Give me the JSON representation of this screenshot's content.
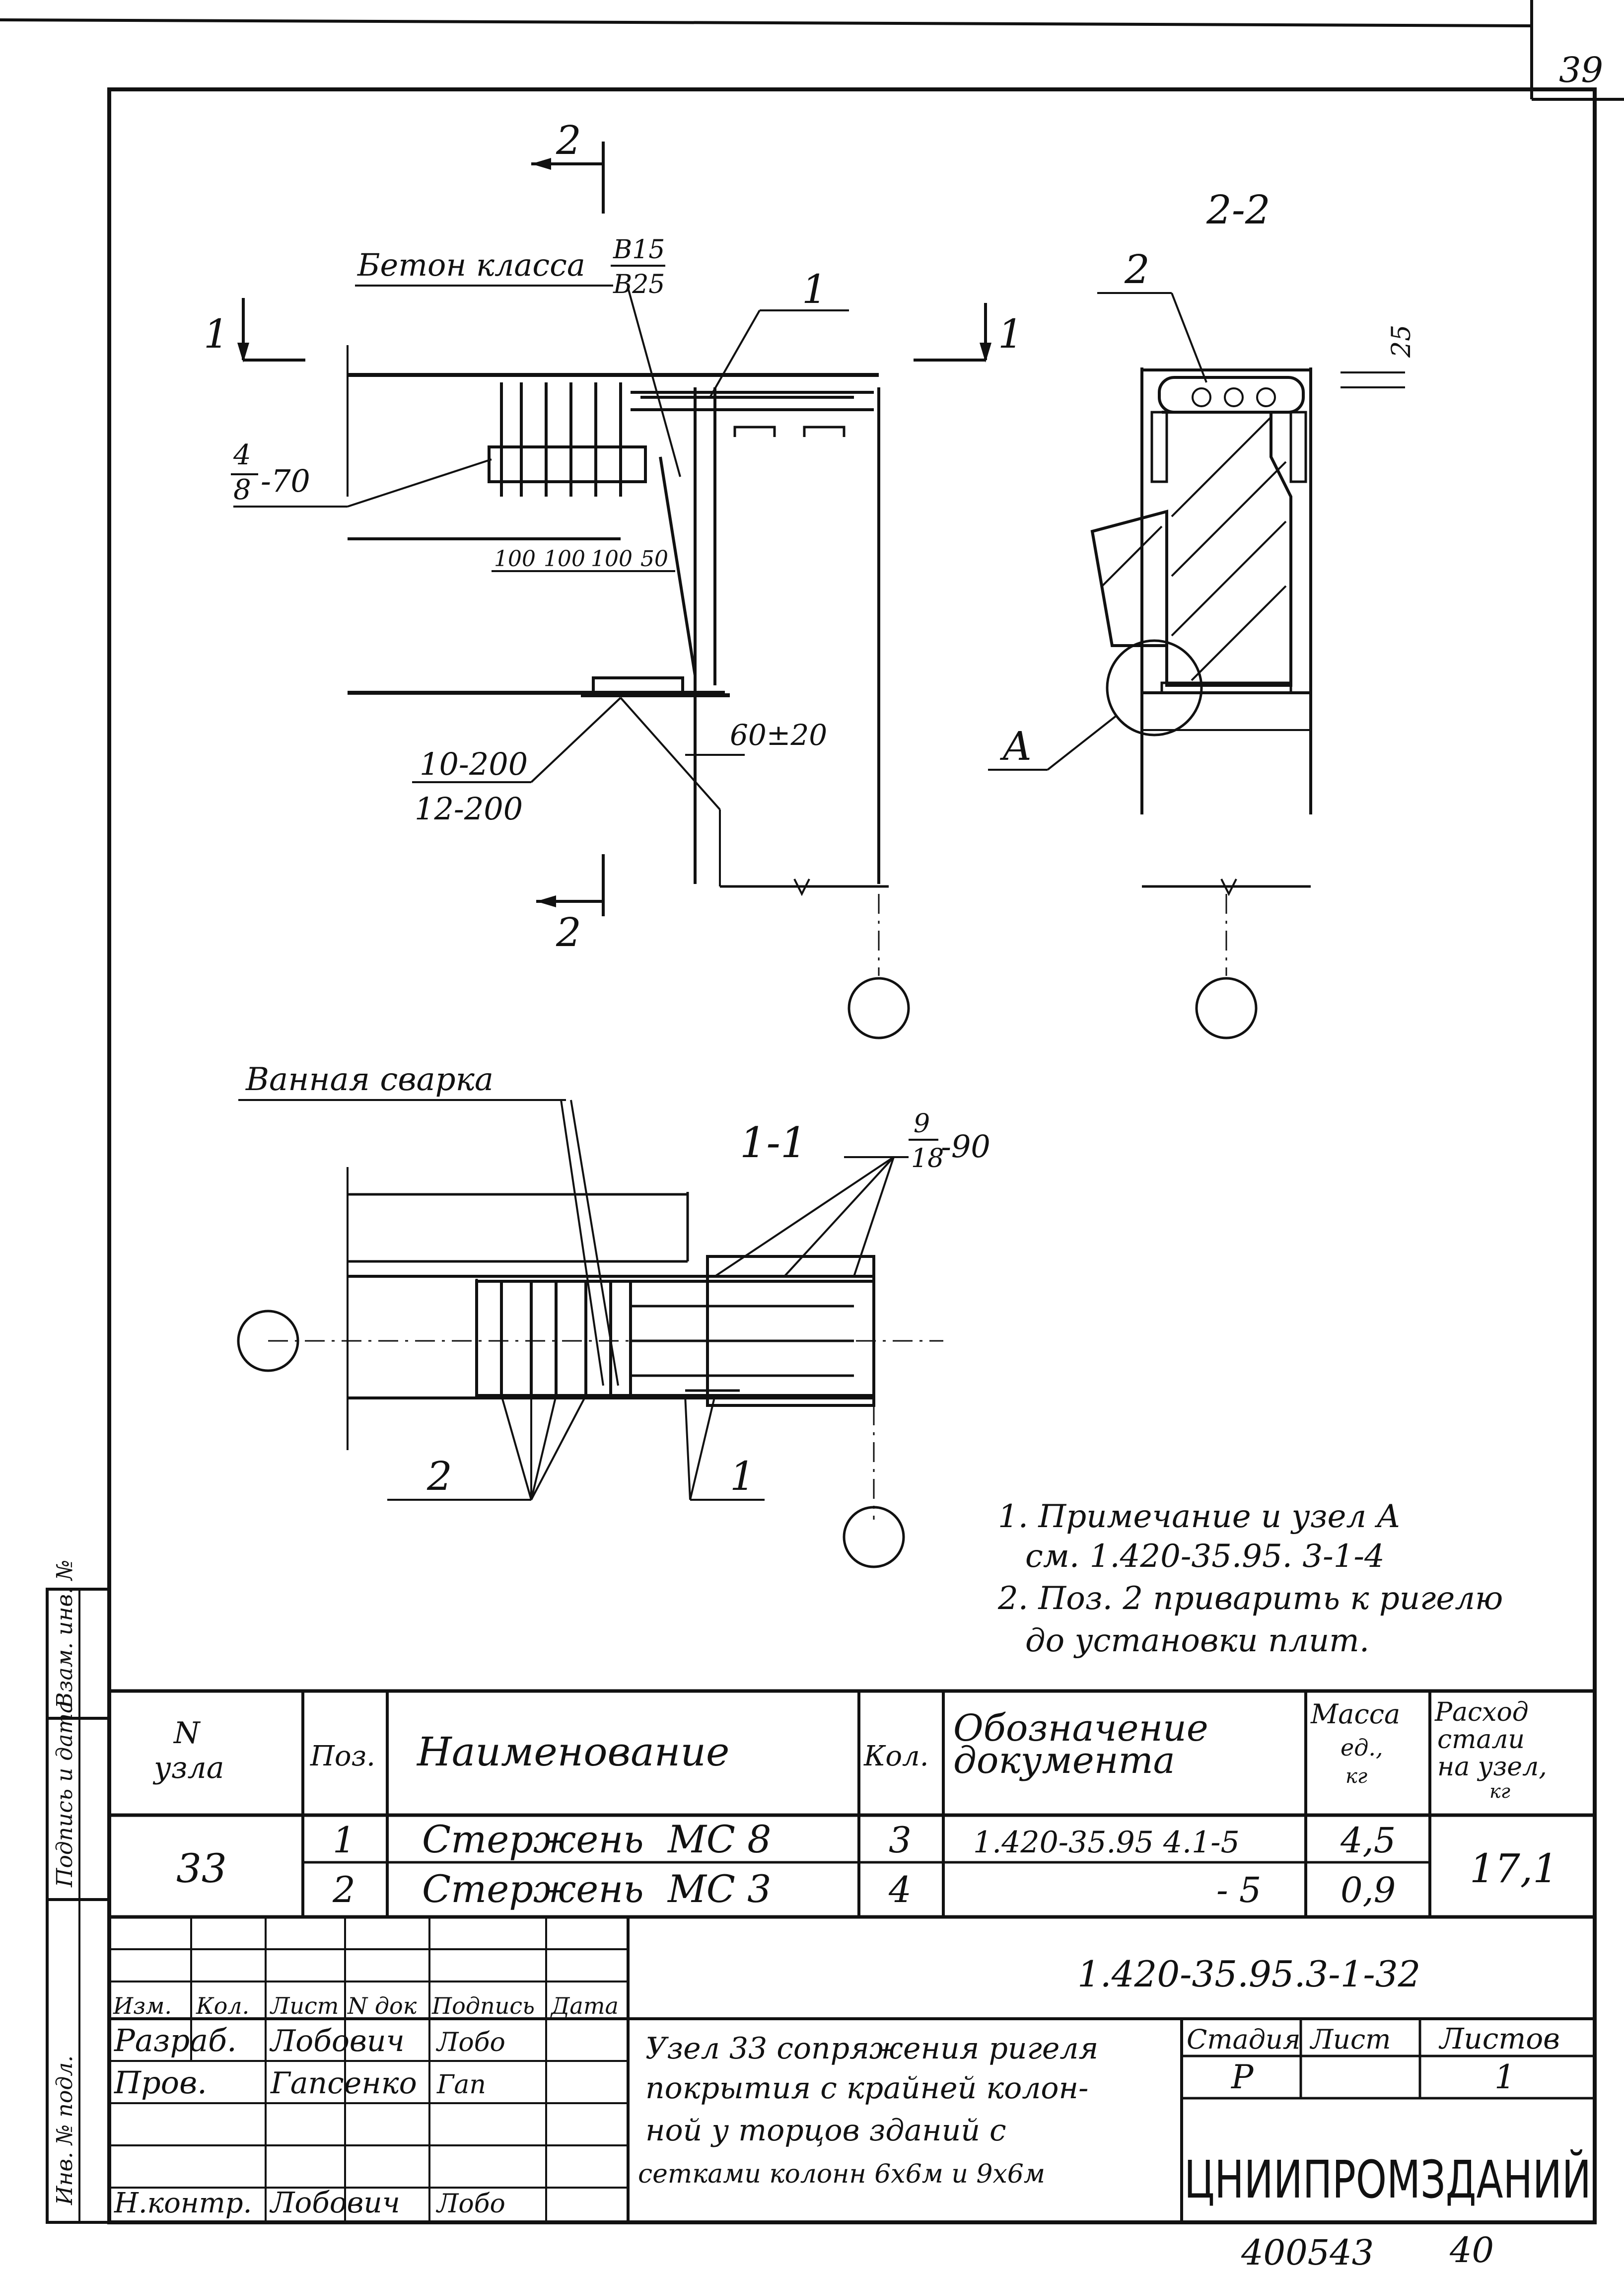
{
  "sheet_number": "39",
  "labels": {
    "section_arrow_2_top": "2",
    "section_arrow_2_bottom": "2",
    "section_arrow_1_left": "1",
    "section_arrow_1_right": "1",
    "concrete_label": "Бетон класса",
    "concrete_class_top": "B15",
    "concrete_class_bottom": "B25",
    "pos_1_top": "1",
    "rebar_4": "4",
    "rebar_8": "8",
    "rebar_70": "-70",
    "dims_row": [
      "100",
      "100",
      "100",
      "50"
    ],
    "weld_top": "10-200",
    "weld_bottom": "12-200",
    "gap_dim": "60±20",
    "section_2_2": "2-2",
    "pos_2_2": "2",
    "dim_25": "25",
    "node_a": "A",
    "bath_weld": "Ванная сварка",
    "section_1_1": "1-1",
    "rebar_9": "9",
    "rebar_18": "18",
    "rebar_90": "-90",
    "pos_2_plan": "2",
    "pos_1_plan": "1"
  },
  "notes": [
    "1. Примечание и узел А",
    "см. 1.420-35.95. 3-1-4",
    "2. Поз. 2 приварить к ригелю",
    "до установки плит."
  ],
  "spec_table": {
    "headers": {
      "node": [
        "N",
        "узла"
      ],
      "pos": "Поз.",
      "name": "Наименование",
      "qty": "Кол.",
      "doc": [
        "Обозначение",
        "документа"
      ],
      "mass": [
        "Масса",
        "ед.,",
        "кг"
      ],
      "consumption": [
        "Расход",
        "стали",
        "на узел,",
        "кг"
      ]
    },
    "node_value": "33",
    "consumption_value": "17,1",
    "rows": [
      {
        "pos": "1",
        "name": "Стержень  МС 8",
        "qty": "3",
        "doc": "1.420-35.95 4.1-5",
        "mass": "4,5"
      },
      {
        "pos": "2",
        "name": "Стержень  МС 3",
        "qty": "4",
        "doc": "- 5",
        "mass": "0,9"
      }
    ]
  },
  "title_block": {
    "code": "1.420-35.95.3-1-32",
    "col_headers": [
      "Изм.",
      "Кол.",
      "Лист",
      "N док",
      "Подпись",
      "Дата"
    ],
    "people": [
      {
        "role": "Разраб.",
        "name": "Лобович",
        "sig": "Лобо"
      },
      {
        "role": "Пров.",
        "name": "Гапсенко",
        "sig": "Гап"
      },
      {
        "role": "",
        "name": "",
        "sig": ""
      },
      {
        "role": "Н.контр.",
        "name": "Лобович",
        "sig": "Лобо"
      }
    ],
    "description": [
      "Узел 33 сопряжения ригеля",
      "покрытия с крайней колон-",
      "ной у торцов зданий с",
      "сетками колонн 6х6м и 9х6м"
    ],
    "stage_header": "Стадия",
    "sheet_header": "Лист",
    "sheets_header": "Листов",
    "stage_value": "Р",
    "sheet_value": "",
    "sheets_value": "1",
    "organization": "ЦНИИПРОМЗДАНИЙ"
  },
  "side_stamp": [
    "Инв. № подл.",
    "Подпись и дата",
    "Взам. инв. №"
  ],
  "bottom_stamp": "400543",
  "bottom_page": "40"
}
